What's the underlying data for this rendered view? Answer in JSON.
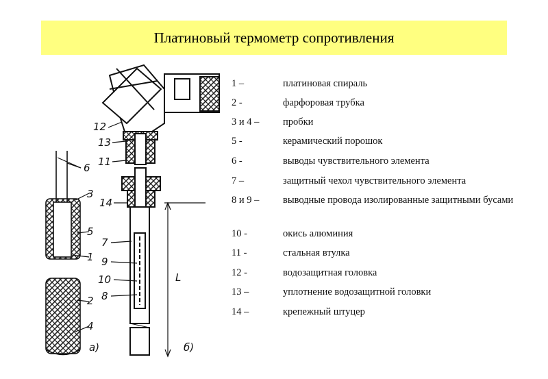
{
  "title": "Платиновый термометр сопротивления",
  "legend": [
    {
      "num": "1 –",
      "desc": "платиновая спираль"
    },
    {
      "num": "2 -",
      "desc": "фарфоровая трубка"
    },
    {
      "num": "3 и 4 –",
      "desc": "пробки"
    },
    {
      "num": "5 -",
      "desc": "керамический порошок"
    },
    {
      "num": "6 -",
      "desc": " выводы чувствительного элемента"
    },
    {
      "num": "7 –",
      "desc": "защитный чехол чувствительного элемента"
    },
    {
      "num": "8 и 9 –",
      "desc": "выводные провода изолированные защитными бусами"
    },
    {
      "num": "10 -",
      "desc": "окись алюминия"
    },
    {
      "num": "11 -",
      "desc": "стальная втулка"
    },
    {
      "num": "12 -",
      "desc": "водозащитная головка"
    },
    {
      "num": "13 –",
      "desc": "уплотнение водозащитной головки"
    },
    {
      "num": "14 –",
      "desc": "крепежный штуцер"
    }
  ],
  "callouts": {
    "c6": "6",
    "c3": "3",
    "c5": "5",
    "c1": "1",
    "c2": "2",
    "c4": "4",
    "c12": "12",
    "c13": "13",
    "c11": "11",
    "c14": "14",
    "c7": "7",
    "c9": "9",
    "c10": "10",
    "c8": "8",
    "cL": "L",
    "ca": "а)",
    "cb": "б)"
  }
}
